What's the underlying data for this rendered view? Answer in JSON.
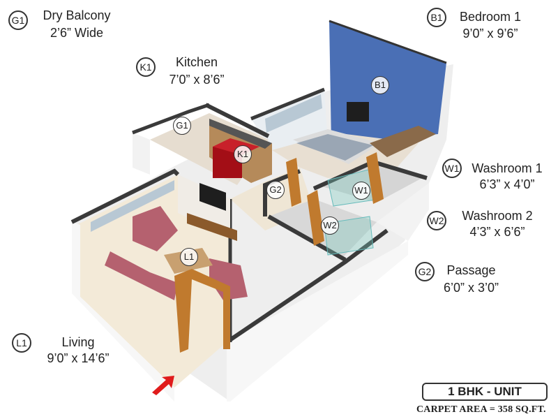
{
  "rooms": {
    "dry_balcony": {
      "code": "G1",
      "name": "Dry Balcony",
      "size": "2’6” Wide"
    },
    "kitchen": {
      "code": "K1",
      "name": "Kitchen",
      "size": "7’0” x 8’6”"
    },
    "bedroom": {
      "code": "B1",
      "name": "Bedroom 1",
      "size": "9’0” x 9’6”"
    },
    "washroom1": {
      "code": "W1",
      "name": "Washroom 1",
      "size": "6’3” x 4’0”"
    },
    "washroom2": {
      "code": "W2",
      "name": "Washroom 2",
      "size": "4’3” x 6’6”"
    },
    "passage": {
      "code": "G2",
      "name": "Passage",
      "size": "6’0” x 3’0”"
    },
    "living": {
      "code": "L1",
      "name": "Living",
      "size": "9’0” x 14’6”"
    }
  },
  "unit": {
    "type": "1 BHK - UNIT",
    "carpet_area": "CARPET AREA = 358 SQ.FT."
  },
  "colors": {
    "bedroom_wall": "#4a6fb5",
    "floor": "#f3ead8",
    "wall_top": "#3a3a3a",
    "wall_side": "#f4f4f4",
    "wood": "#c07a2e",
    "sofa": "#b5616f",
    "entry_arrow": "#e01b1b"
  }
}
